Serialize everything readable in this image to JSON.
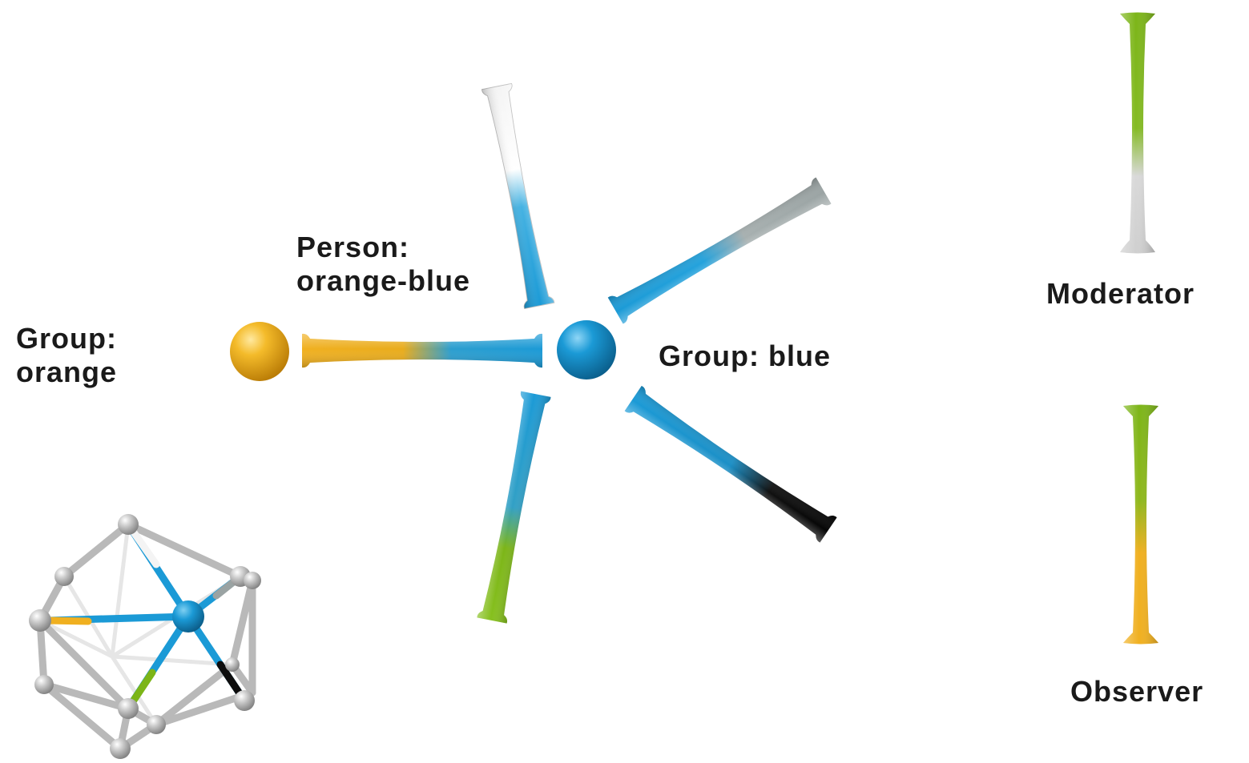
{
  "labels": {
    "group_orange": [
      "Group:",
      "orange"
    ],
    "person": [
      "Person:",
      "orange-blue"
    ],
    "group_blue": "Group: blue",
    "moderator": "Moderator",
    "observer": "Observer"
  },
  "colors": {
    "orange": "#f0b020",
    "blue": "#1b9ad6",
    "white": "#f2f2f2",
    "gray": "#9ea6a6",
    "black": "#0d0d0d",
    "green": "#7cb518",
    "silver": "#c8c8c8"
  },
  "icons": {
    "orange_node": "sphere",
    "blue_node": "sphere",
    "icosahedron": "network-polyhedron"
  }
}
